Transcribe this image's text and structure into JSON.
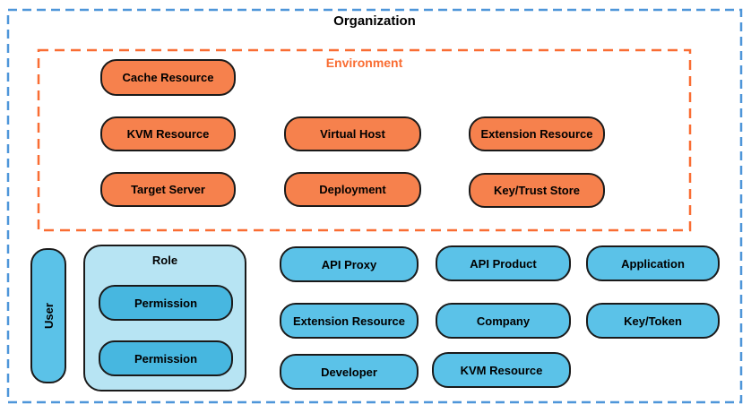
{
  "diagram_title": "Organization",
  "colors": {
    "organization_border": "#4E96D9",
    "environment_border": "#F96D33",
    "environment_label_text": "#F96D33",
    "environment_pill_fill": "#F6814D",
    "organization_pill_fill": "#5BC2E8",
    "role_container_fill": "#B7E4F3",
    "permission_pill_fill": "#47B7E0",
    "pill_border": "#1a1a1a",
    "title_text": "#000000"
  },
  "environment": {
    "label": "Environment",
    "pills": [
      "Cache Resource",
      "KVM Resource",
      "Virtual Host",
      "Extension Resource",
      "Target Server",
      "Deployment",
      "Key/Trust Store"
    ]
  },
  "organization": {
    "label": "Organization",
    "user_label": "User",
    "role": {
      "label": "Role",
      "permissions": [
        "Permission",
        "Permission"
      ]
    },
    "pills": [
      "API Proxy",
      "API Product",
      "Application",
      "Extension Resource",
      "Company",
      "Key/Token",
      "Developer",
      "KVM Resource"
    ]
  }
}
